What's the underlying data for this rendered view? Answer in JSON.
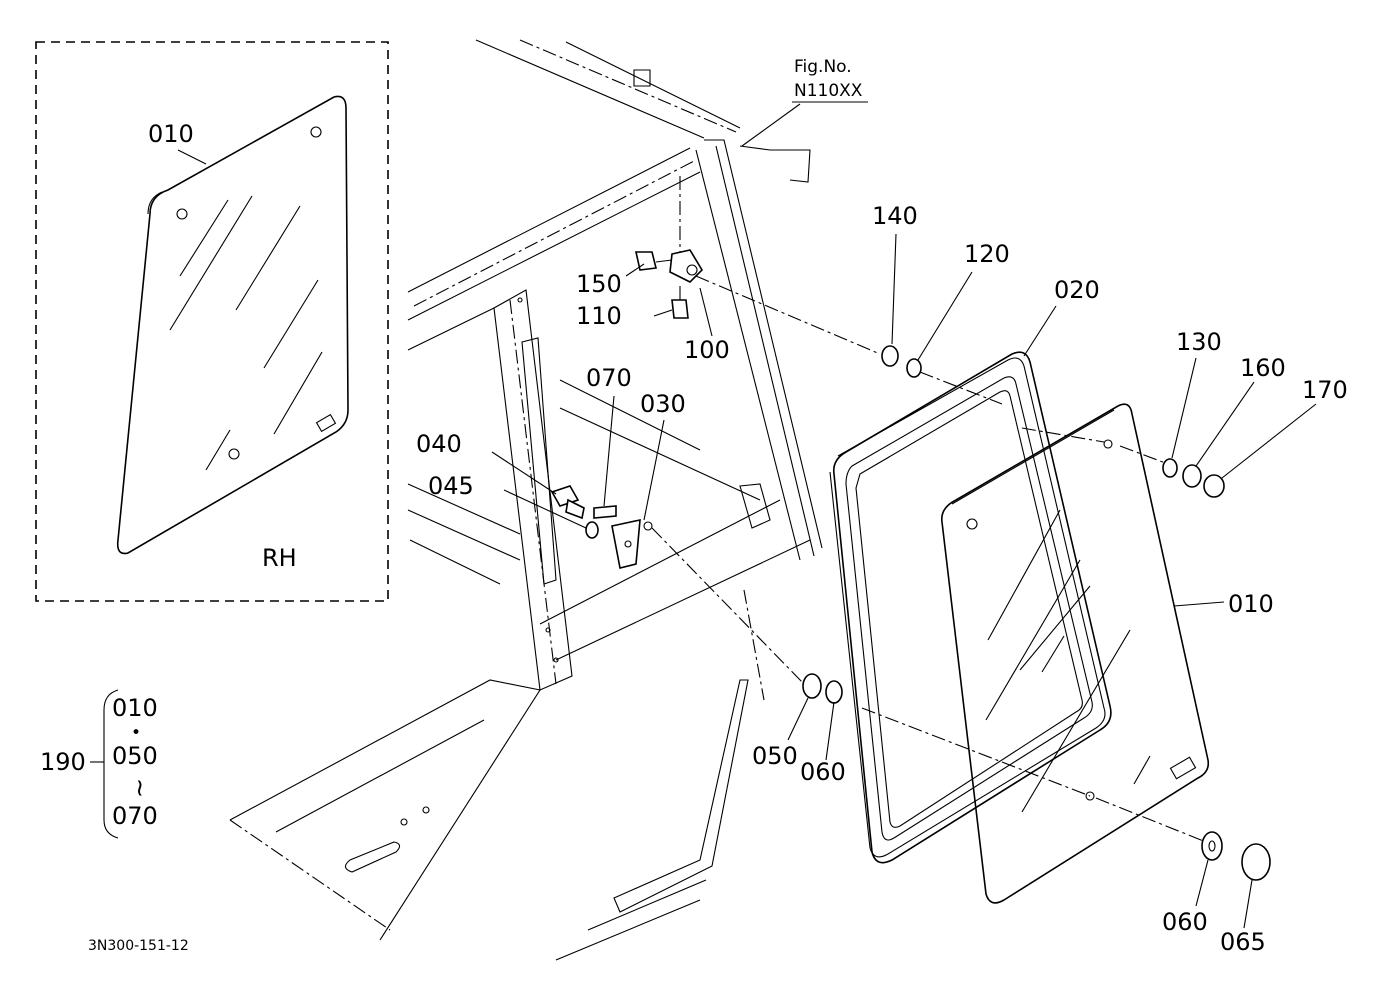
{
  "figure": {
    "fig_no_label": "Fig.No.",
    "fig_no_value": "N110XX",
    "drawing_code": "3N300-151-12",
    "inset_side": "RH"
  },
  "callouts": {
    "c010_inset": "010",
    "c010": "010",
    "c020": "020",
    "c030": "030",
    "c040": "040",
    "c045": "045",
    "c050": "050",
    "c060a": "060",
    "c060b": "060",
    "c065": "065",
    "c070": "070",
    "c100": "100",
    "c110": "110",
    "c120": "120",
    "c130": "130",
    "c140": "140",
    "c150": "150",
    "c160": "160",
    "c170": "170"
  },
  "assembly": {
    "id": "190",
    "first": "010",
    "middle": "050",
    "last": "070",
    "dot": "•",
    "tilde": "~"
  }
}
